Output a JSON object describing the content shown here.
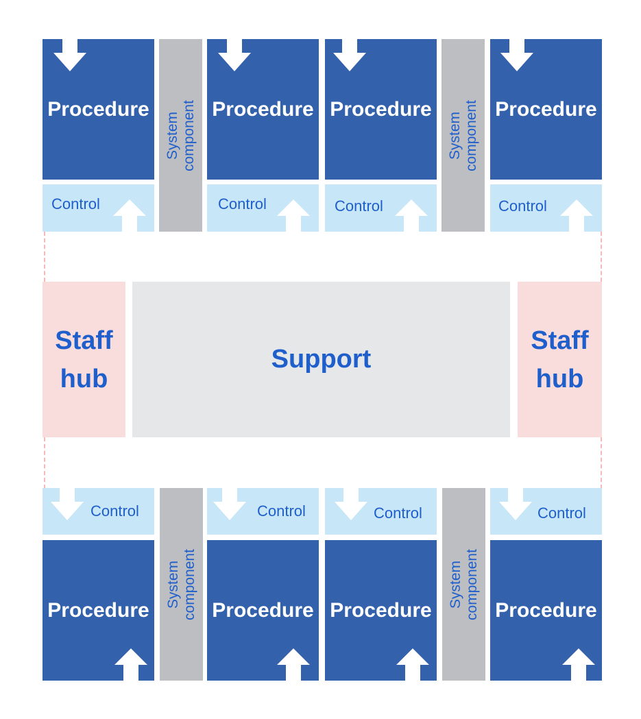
{
  "labels": {
    "procedure": "Procedure",
    "control": "Control",
    "system_line1": "System",
    "system_line2": "component",
    "staff_hub_line1": "Staff",
    "staff_hub_line2": "hub",
    "support": "Support"
  },
  "colors": {
    "procedure": "#3361ab",
    "control": "#c7e6f7",
    "system_component": "#bdbec2",
    "staff_hub": "#f9dcdc",
    "support": "#e6e7e9",
    "text_blue": "#1f5fcc",
    "arrow": "#ffffff"
  }
}
